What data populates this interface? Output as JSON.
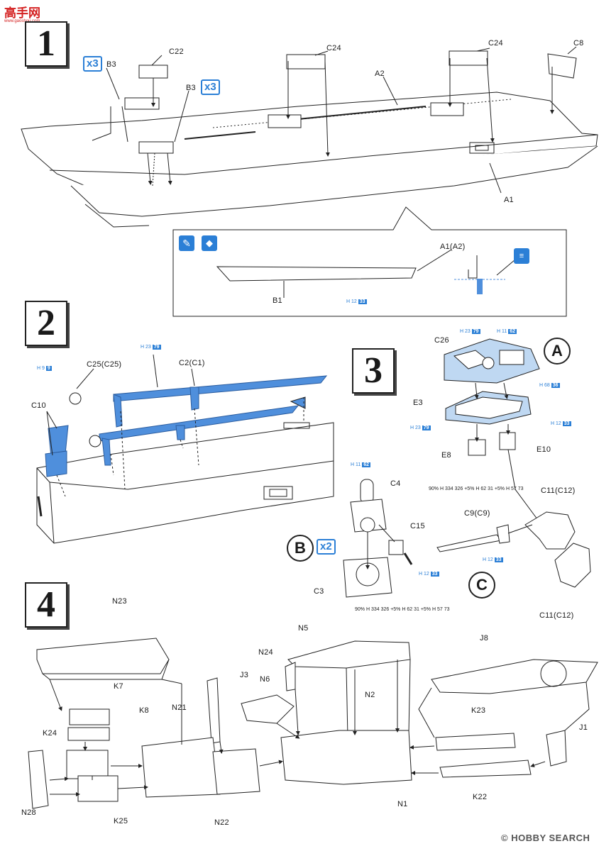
{
  "watermark": {
    "cn": "高手网",
    "url": "www.gaoshou.com"
  },
  "footer": {
    "text": "© HOBBY SEARCH"
  },
  "steps": {
    "s1": "1",
    "s2": "2",
    "s3": "3",
    "s4": "4"
  },
  "step1": {
    "labels": {
      "b3_left": "B3",
      "b3_right": "B3",
      "c22": "C22",
      "c24_left": "C24",
      "c24_right": "C24",
      "c8": "C8",
      "a2": "A2",
      "a1": "A1"
    },
    "badges": {
      "x3_left": "x3",
      "x3_right": "x3"
    },
    "detail": {
      "a1a2": "A1(A2)",
      "b1": "B1",
      "paint": {
        "prefix": "H",
        "code1": "12",
        "code2": "33"
      }
    }
  },
  "step2": {
    "labels": {
      "c25": "C25(C25)",
      "c2": "C2(C1)",
      "c10": "C10"
    },
    "paint_h9": {
      "prefix": "H",
      "code1": "9",
      "code2": "9"
    },
    "paint_h23": {
      "prefix": "H",
      "code1": "23",
      "code2": "79"
    }
  },
  "step3": {
    "labels": {
      "c26": "C26",
      "e3": "E3",
      "e8": "E8",
      "e10": "E10",
      "c4": "C4",
      "c15": "C15",
      "c3": "C3",
      "c9": "C9(C9)",
      "c11_top": "C11(C12)",
      "c11_bottom": "C11(C12)"
    },
    "circles": {
      "a": "A",
      "b": "B",
      "c": "C"
    },
    "badges": {
      "x2": "x2"
    },
    "paint": {
      "c26_a": {
        "prefix": "H",
        "code1": "23",
        "code2": "79"
      },
      "c26_b": {
        "prefix": "H",
        "code1": "11",
        "code2": "62"
      },
      "c26_c": {
        "prefix": "H",
        "code1": "68",
        "code2": "36"
      },
      "e3_a": {
        "prefix": "H",
        "code1": "23",
        "code2": "79"
      },
      "e3_b": {
        "prefix": "H",
        "code1": "12",
        "code2": "33"
      },
      "c4_a": {
        "prefix": "H",
        "code1": "11",
        "code2": "62"
      },
      "c15": {
        "prefix": "H",
        "code1": "12",
        "code2": "33"
      },
      "c9": {
        "prefix": "H",
        "code1": "12",
        "code2": "33"
      },
      "mix1": "90% H 334 326 +5% H 62 31 +5% H 57 73",
      "mix2": "90% H 334 326 +5% H 62 31 +5% H 57 73"
    }
  },
  "step4": {
    "labels": {
      "n23": "N23",
      "n5": "N5",
      "j8": "J8",
      "n24": "N24",
      "j3": "J3",
      "n6": "N6",
      "k7": "K7",
      "k8": "K8",
      "n21": "N21",
      "n2": "N2",
      "k23": "K23",
      "j1": "J1",
      "k24": "K24",
      "n28": "N28",
      "k25": "K25",
      "n22": "N22",
      "n1": "N1",
      "k22": "K22"
    }
  },
  "colors": {
    "accent_blue": "#2b7fd6",
    "part_blue": "#4f8fdc",
    "light_blue": "#bfd8f2",
    "ink": "#222222"
  }
}
